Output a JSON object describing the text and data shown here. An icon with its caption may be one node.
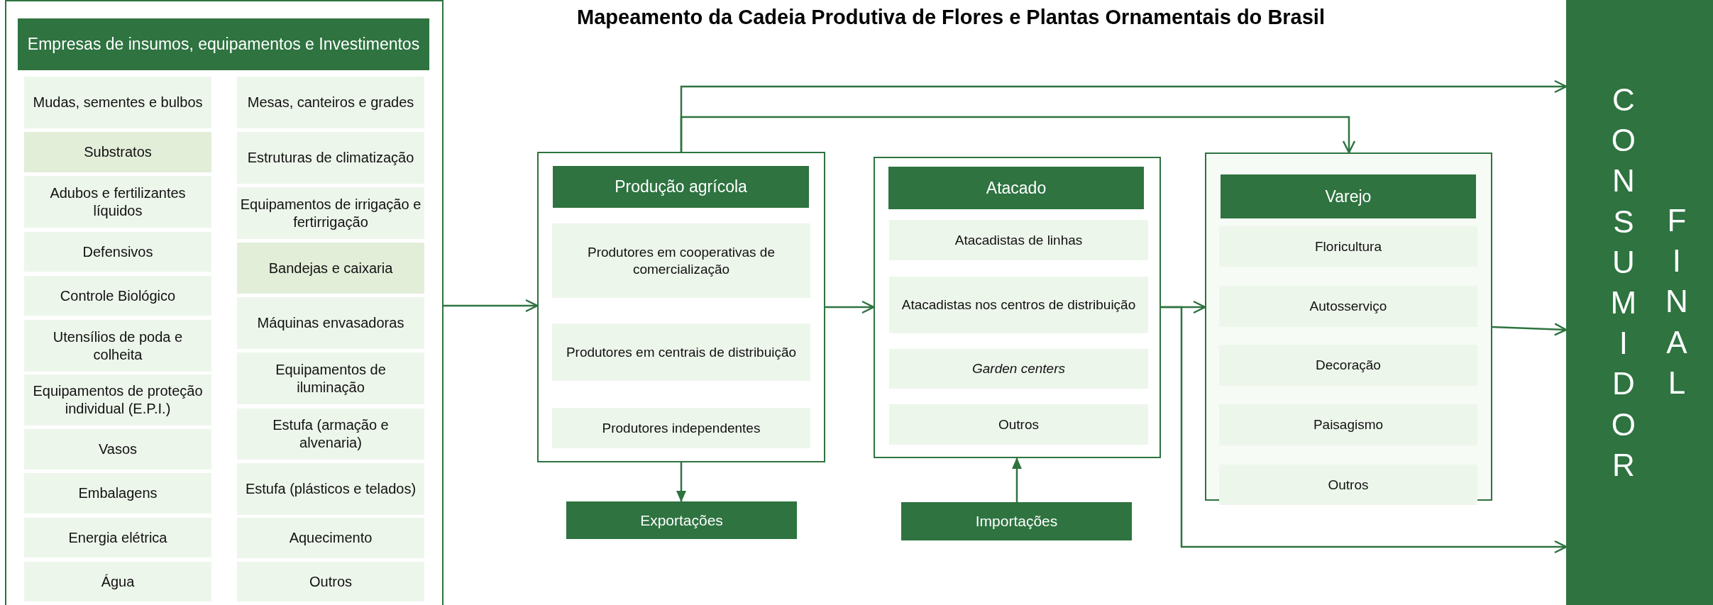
{
  "diagram": {
    "title": "Mapeamento da Cadeia Produtiva de Flores e Plantas Ornamentais do Brasil",
    "nodes": [
      {
        "text": [],
        "shape": "box"
      },
      {
        "text": [
          "Empresas de insumos, equipamentos e Investimentos"
        ],
        "in": 0
      },
      {
        "text": [
          "Mudas, sementes e bulbos"
        ],
        "in": 0
      },
      {
        "text": [
          "Substratos"
        ],
        "in": 0
      },
      {
        "text": [
          "Adubos e fertilizantes líquidos"
        ],
        "in": 0
      },
      {
        "text": [
          "Defensivos"
        ],
        "in": 0
      },
      {
        "text": [
          "Controle Biológico"
        ],
        "in": 0
      },
      {
        "text": [
          "Utensílios de poda e colheita"
        ],
        "in": 0
      },
      {
        "text": [
          "Equipamentos de proteção individual (E.P.I.)"
        ],
        "in": 0
      },
      {
        "text": [
          "Vasos"
        ],
        "in": 0
      },
      {
        "text": [
          "Embalagens"
        ],
        "in": 0
      },
      {
        "text": [
          "Energia elétrica"
        ],
        "in": 0
      },
      {
        "text": [
          "Água"
        ],
        "in": 0
      },
      {
        "text": [
          "Mesas, canteiros e grades"
        ],
        "in": 0
      },
      {
        "text": [
          "Estruturas de climatização"
        ],
        "in": 0
      },
      {
        "text": [
          "Equipamentos de irrigação e fertirrigação"
        ],
        "in": 0
      },
      {
        "text": [
          "Bandejas e caixaria"
        ],
        "in": 0
      },
      {
        "text": [
          "Máquinas envasadoras"
        ],
        "in": 0
      },
      {
        "text": [
          "Equipamentos de iluminação"
        ],
        "in": 0
      },
      {
        "text": [
          "Estufa (armação e alvenaria)"
        ],
        "in": 0
      },
      {
        "text": [
          "Estufa (plásticos e telados)"
        ],
        "in": 0
      },
      {
        "text": [
          "Aquecimento"
        ],
        "in": 0
      },
      {
        "text": [
          "Outros"
        ],
        "in": 0
      },
      {
        "text": [],
        "shape": "box"
      },
      {
        "text": [
          "Produção agrícola"
        ],
        "in": 23
      },
      {
        "text": [
          "Produtores em cooperativas de comercialização"
        ],
        "in": 23
      },
      {
        "text": [
          "Produtores em centrais de distribuição"
        ],
        "in": 23
      },
      {
        "text": [
          "Produtores independentes"
        ],
        "in": 23
      },
      {
        "text": [],
        "shape": "box"
      },
      {
        "text": [
          "Atacado"
        ],
        "in": 28
      },
      {
        "text": [
          "Atacadistas de linhas"
        ],
        "in": 28
      },
      {
        "text": [
          "Atacadistas nos centros de distribuição"
        ],
        "in": 28
      },
      {
        "text": [
          "Garden centers"
        ],
        "in": 28
      },
      {
        "text": [
          "Outros"
        ],
        "in": 28
      },
      {
        "text": [],
        "shape": "box"
      },
      {
        "text": [
          "Varejo"
        ],
        "in": 34
      },
      {
        "text": [
          "Floricultura"
        ],
        "in": 34
      },
      {
        "text": [
          "Autosserviço"
        ],
        "in": 34
      },
      {
        "text": [
          "Decoração"
        ],
        "in": 34
      },
      {
        "text": [
          "Paisagismo"
        ],
        "in": 34
      },
      {
        "text": [
          "Outros"
        ],
        "in": 34
      },
      {
        "text": [
          "Exportações"
        ]
      },
      {
        "text": [
          "Importações"
        ]
      },
      {
        "text": [
          "CONSUMIDOR",
          "FINAL"
        ]
      }
    ],
    "edges": [
      {
        "from": 0,
        "to": 23,
        "arrow": "to"
      },
      {
        "from": 23,
        "to": 28,
        "arrow": "to"
      },
      {
        "from": 28,
        "to": 34,
        "arrow": "to"
      },
      {
        "from": 34,
        "to": 43,
        "arrow": "to"
      },
      {
        "from": 23,
        "to": 43,
        "arrow": "to"
      },
      {
        "from": 23,
        "to": 34,
        "arrow": "to"
      },
      {
        "from": 28,
        "to": 43,
        "arrow": "to"
      },
      {
        "from": 23,
        "to": 41,
        "arrow": "to"
      },
      {
        "from": 42,
        "to": 28,
        "arrow": "to"
      }
    ]
  }
}
